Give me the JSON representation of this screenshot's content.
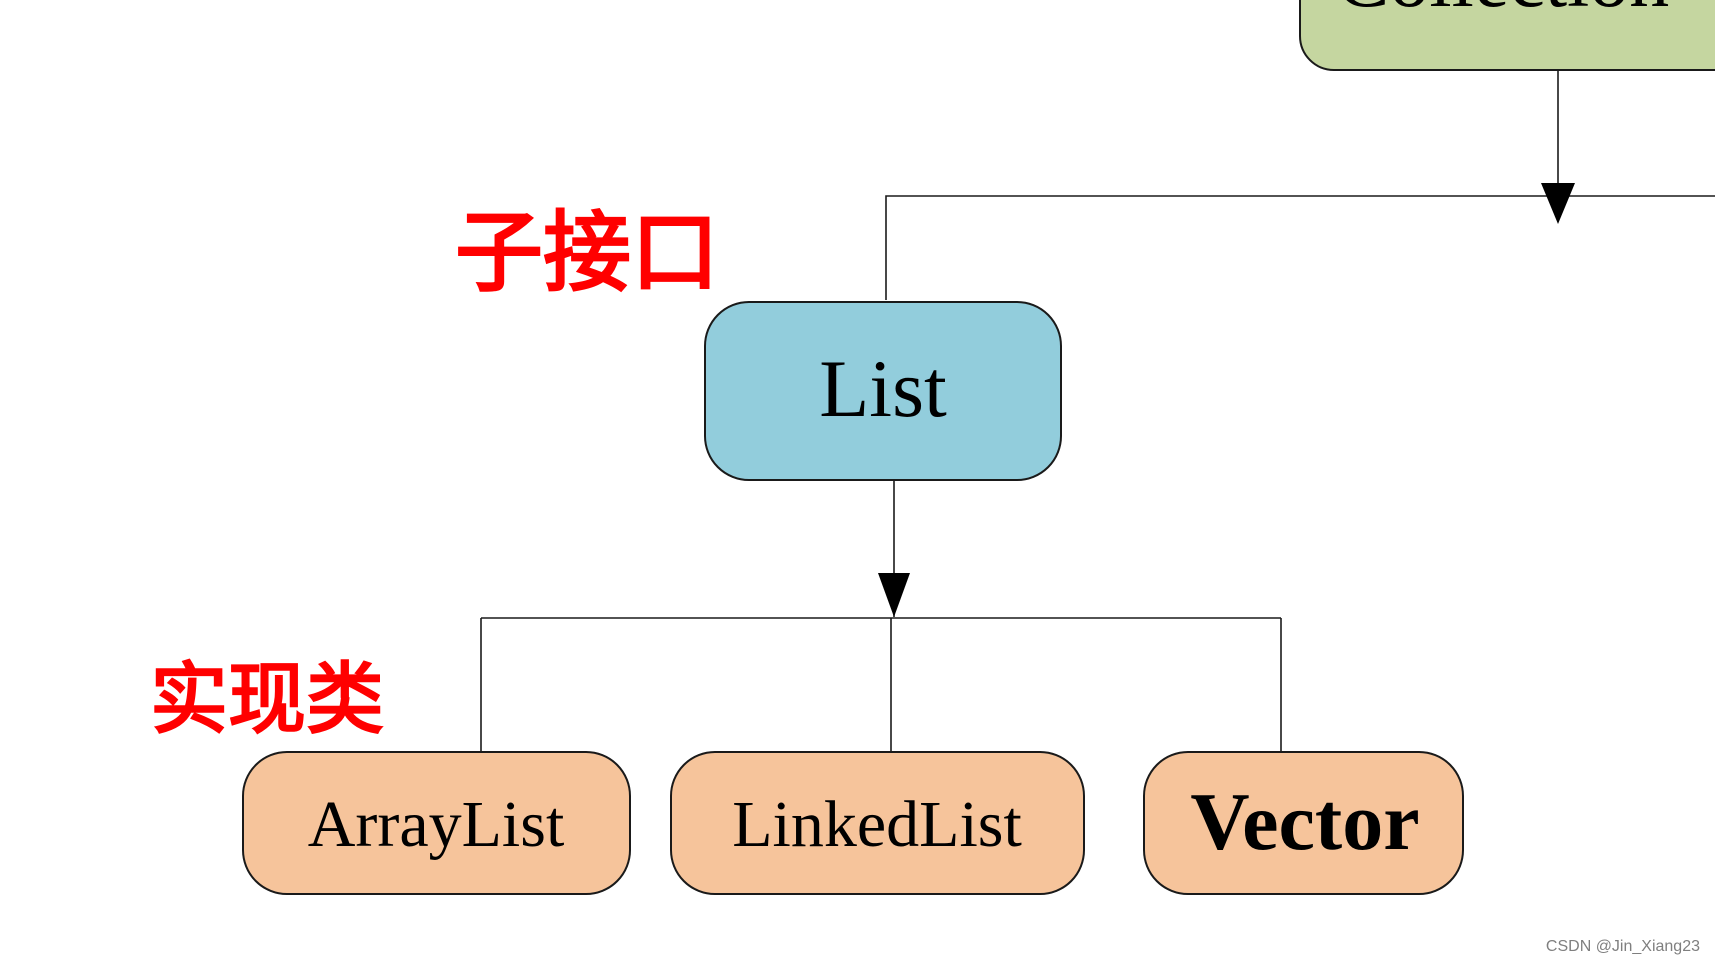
{
  "colors": {
    "root_fill": "#c5d6a0",
    "interface_fill": "#92cddc",
    "impl_fill": "#f6c49b",
    "annotation": "#ff0000",
    "line": "#1a1a1a",
    "watermark": "#7f7f7f"
  },
  "nodes": {
    "root": {
      "label": "Collection"
    },
    "interface": {
      "label": "List"
    },
    "implementations": [
      {
        "id": "arraylist",
        "label": "ArrayList"
      },
      {
        "id": "linkedlist",
        "label": "LinkedList"
      },
      {
        "id": "vector",
        "label": "Vector"
      }
    ]
  },
  "annotations": {
    "interface_label": "子接口",
    "impl_label": "实现类"
  },
  "watermark": "CSDN @Jin_Xiang23"
}
